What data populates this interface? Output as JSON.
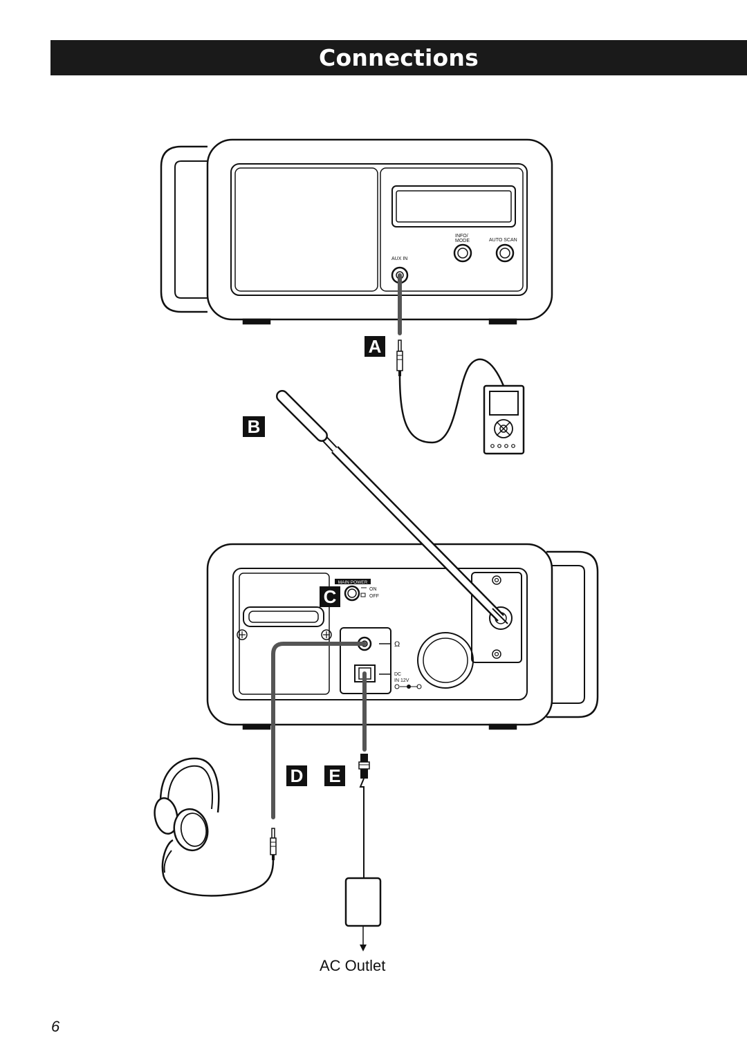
{
  "header": {
    "title": "Connections"
  },
  "front_panel": {
    "aux_in": "AUX IN",
    "info_mode_line1": "INFO/",
    "info_mode_line2": "MODE",
    "auto_scan": "AUTO SCAN"
  },
  "rear_panel": {
    "main_power": "MAIN POWER",
    "on": "ON",
    "off": "OFF",
    "headphone_symbol": "Ω",
    "dc_line1": "DC",
    "dc_line2": "IN 12V"
  },
  "callouts": {
    "a": "A",
    "b": "B",
    "c": "C",
    "d": "D",
    "e": "E"
  },
  "ac_outlet": "AC Outlet",
  "page_number": "6"
}
